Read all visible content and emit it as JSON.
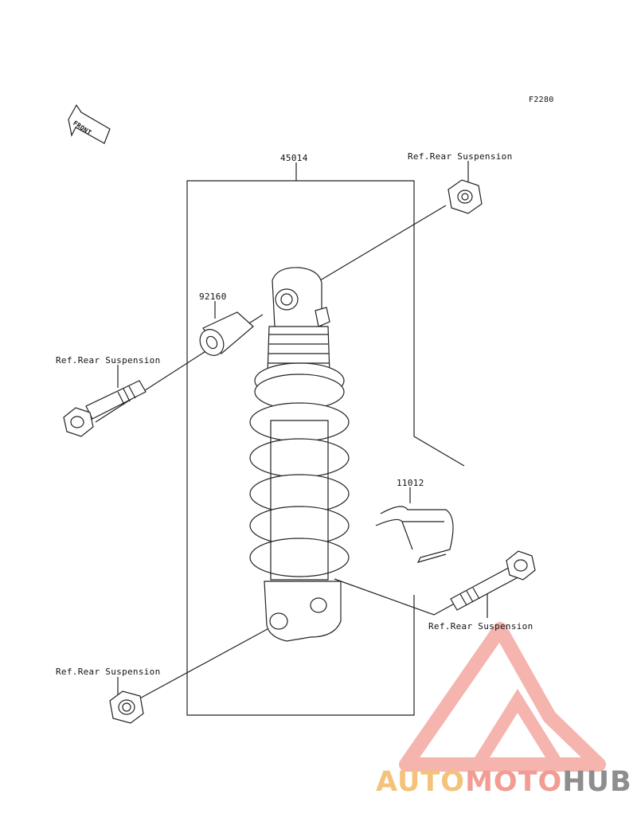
{
  "figure_code": "F2280",
  "front_arrow_text": "FRONT",
  "part_labels": {
    "shock_absorber": "45014",
    "collar": "92160",
    "clamp": "11012"
  },
  "ref_labels": {
    "top_nut": "Ref.Rear Suspension",
    "upper_bolt": "Ref.Rear Suspension",
    "lower_bolt": "Ref.Rear Suspension",
    "lower_nut": "Ref.Rear Suspension"
  },
  "watermark": {
    "part1": "AUTO",
    "part2": "MOTO",
    "part3": "HUB",
    "colors": {
      "part1": "#f4c27a",
      "part2": "#f29c93",
      "part3": "#8e8e8e",
      "logo": "#f29c93"
    }
  }
}
